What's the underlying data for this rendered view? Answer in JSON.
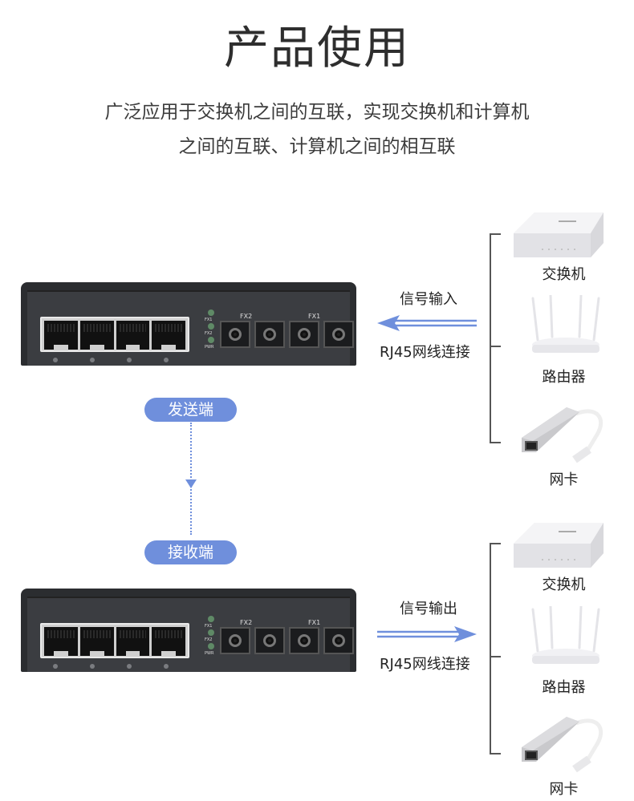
{
  "header": {
    "title": "产品使用",
    "subtitle_line1": "广泛应用于交换机之间的互联，实现交换机和计算机",
    "subtitle_line2": "之间的互联、计算机之间的相互联"
  },
  "colors": {
    "accent": "#6f8fdc",
    "device_body": "#2b2d30",
    "text": "#222222"
  },
  "sender": {
    "role_label": "发送端",
    "device": {
      "led_labels": [
        "FX1",
        "FX2",
        "PWR"
      ],
      "fiber_groups": [
        "FX2",
        "FX1"
      ],
      "rj45_ports": 4
    },
    "arrow": {
      "direction": "left",
      "top_label": "信号输入",
      "bottom_label": "RJ45网线连接"
    },
    "equipment": [
      {
        "name": "交换机",
        "icon": "switch-icon"
      },
      {
        "name": "路由器",
        "icon": "router-icon"
      },
      {
        "name": "网卡",
        "icon": "network-adapter-icon"
      }
    ]
  },
  "receiver": {
    "role_label": "接收端",
    "device": {
      "led_labels": [
        "FX1",
        "FX2",
        "PWR"
      ],
      "fiber_groups": [
        "FX2",
        "FX1"
      ],
      "rj45_ports": 4
    },
    "arrow": {
      "direction": "right",
      "top_label": "信号输出",
      "bottom_label": "RJ45网线连接"
    },
    "equipment": [
      {
        "name": "交换机",
        "icon": "switch-icon"
      },
      {
        "name": "路由器",
        "icon": "router-icon"
      },
      {
        "name": "网卡",
        "icon": "network-adapter-icon"
      }
    ]
  }
}
